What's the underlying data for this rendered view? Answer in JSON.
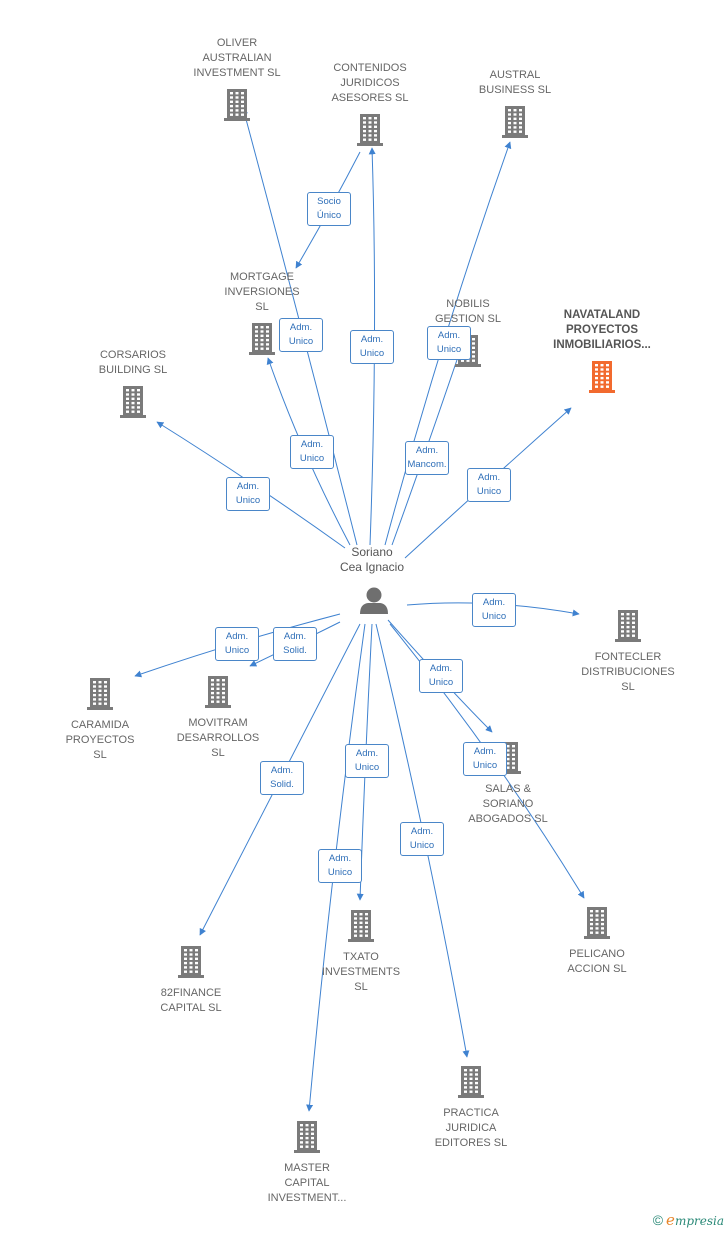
{
  "person": {
    "name_line1": "Soriano",
    "name_line2": "Cea Ignacio"
  },
  "companies": [
    {
      "id": "oliver",
      "lines": [
        "OLIVER",
        "AUSTRALIAN",
        "INVESTMENT SL"
      ]
    },
    {
      "id": "contenidos",
      "lines": [
        "CONTENIDOS",
        "JURIDICOS",
        "ASESORES  SL"
      ]
    },
    {
      "id": "austral",
      "lines": [
        "AUSTRAL",
        "BUSINESS  SL"
      ]
    },
    {
      "id": "mortgage",
      "lines": [
        "MORTGAGE",
        "INVERSIONES",
        "SL"
      ]
    },
    {
      "id": "nobilis",
      "lines": [
        "NOBILIS",
        "GESTION  SL"
      ]
    },
    {
      "id": "navataland",
      "lines": [
        "NAVATALAND",
        "PROYECTOS",
        "INMOBILIARIOS..."
      ],
      "highlight": true
    },
    {
      "id": "corsarios",
      "lines": [
        "CORSARIOS",
        "BUILDING  SL"
      ]
    },
    {
      "id": "fontecler",
      "lines": [
        "FONTECLER",
        "DISTRIBUCIONES",
        "SL"
      ]
    },
    {
      "id": "caramida",
      "lines": [
        "CARAMIDA",
        "PROYECTOS",
        "SL"
      ]
    },
    {
      "id": "movitram",
      "lines": [
        "MOVITRAM",
        "DESARROLLOS",
        "SL"
      ]
    },
    {
      "id": "salas",
      "lines": [
        "SALAS &",
        "SORIANO",
        "ABOGADOS  SL"
      ]
    },
    {
      "id": "pelicano",
      "lines": [
        "PELICANO",
        "ACCION SL"
      ]
    },
    {
      "id": "82finance",
      "lines": [
        "82FINANCE",
        "CAPITAL  SL"
      ]
    },
    {
      "id": "txato",
      "lines": [
        "TXATO",
        "INVESTMENTS",
        "SL"
      ]
    },
    {
      "id": "practica",
      "lines": [
        "PRACTICA",
        "JURIDICA",
        "EDITORES SL"
      ]
    },
    {
      "id": "master",
      "lines": [
        "MASTER",
        "CAPITAL",
        "INVESTMENT..."
      ]
    }
  ],
  "relations": [
    {
      "id": "socio-unico",
      "lines": [
        "Socio",
        "Único"
      ]
    },
    {
      "id": "adm-oliver",
      "lines": [
        "Adm.",
        "Unico"
      ]
    },
    {
      "id": "adm-contenidos",
      "lines": [
        "Adm.",
        "Unico"
      ]
    },
    {
      "id": "adm-nobilis",
      "lines": [
        "Adm.",
        "Unico"
      ]
    },
    {
      "id": "adm-mortgage",
      "lines": [
        "Adm.",
        "Unico"
      ]
    },
    {
      "id": "adm-austral",
      "lines": [
        "Adm.",
        "Mancom."
      ]
    },
    {
      "id": "adm-corsarios",
      "lines": [
        "Adm.",
        "Unico"
      ]
    },
    {
      "id": "adm-navataland",
      "lines": [
        "Adm.",
        "Unico"
      ]
    },
    {
      "id": "adm-fontecler",
      "lines": [
        "Adm.",
        "Unico"
      ]
    },
    {
      "id": "adm-caramida",
      "lines": [
        "Adm.",
        "Unico"
      ]
    },
    {
      "id": "adm-movitram",
      "lines": [
        "Adm.",
        "Solid."
      ]
    },
    {
      "id": "adm-salas",
      "lines": [
        "Adm.",
        "Unico"
      ]
    },
    {
      "id": "adm-pelicano",
      "lines": [
        "Adm.",
        "Unico"
      ]
    },
    {
      "id": "adm-txato",
      "lines": [
        "Adm.",
        "Unico"
      ]
    },
    {
      "id": "adm-82finance",
      "lines": [
        "Adm.",
        "Solid."
      ]
    },
    {
      "id": "adm-practica",
      "lines": [
        "Adm.",
        "Unico"
      ]
    },
    {
      "id": "adm-master",
      "lines": [
        "Adm.",
        "Unico"
      ]
    }
  ],
  "footer": {
    "copyright_symbol": "©",
    "brand_initial": "e",
    "brand_rest": "mpresia"
  },
  "colors": {
    "line": "#3f82d0",
    "building": "#7a7a7a",
    "highlight": "#f26a2e",
    "badge_text": "#2f6fb8"
  }
}
